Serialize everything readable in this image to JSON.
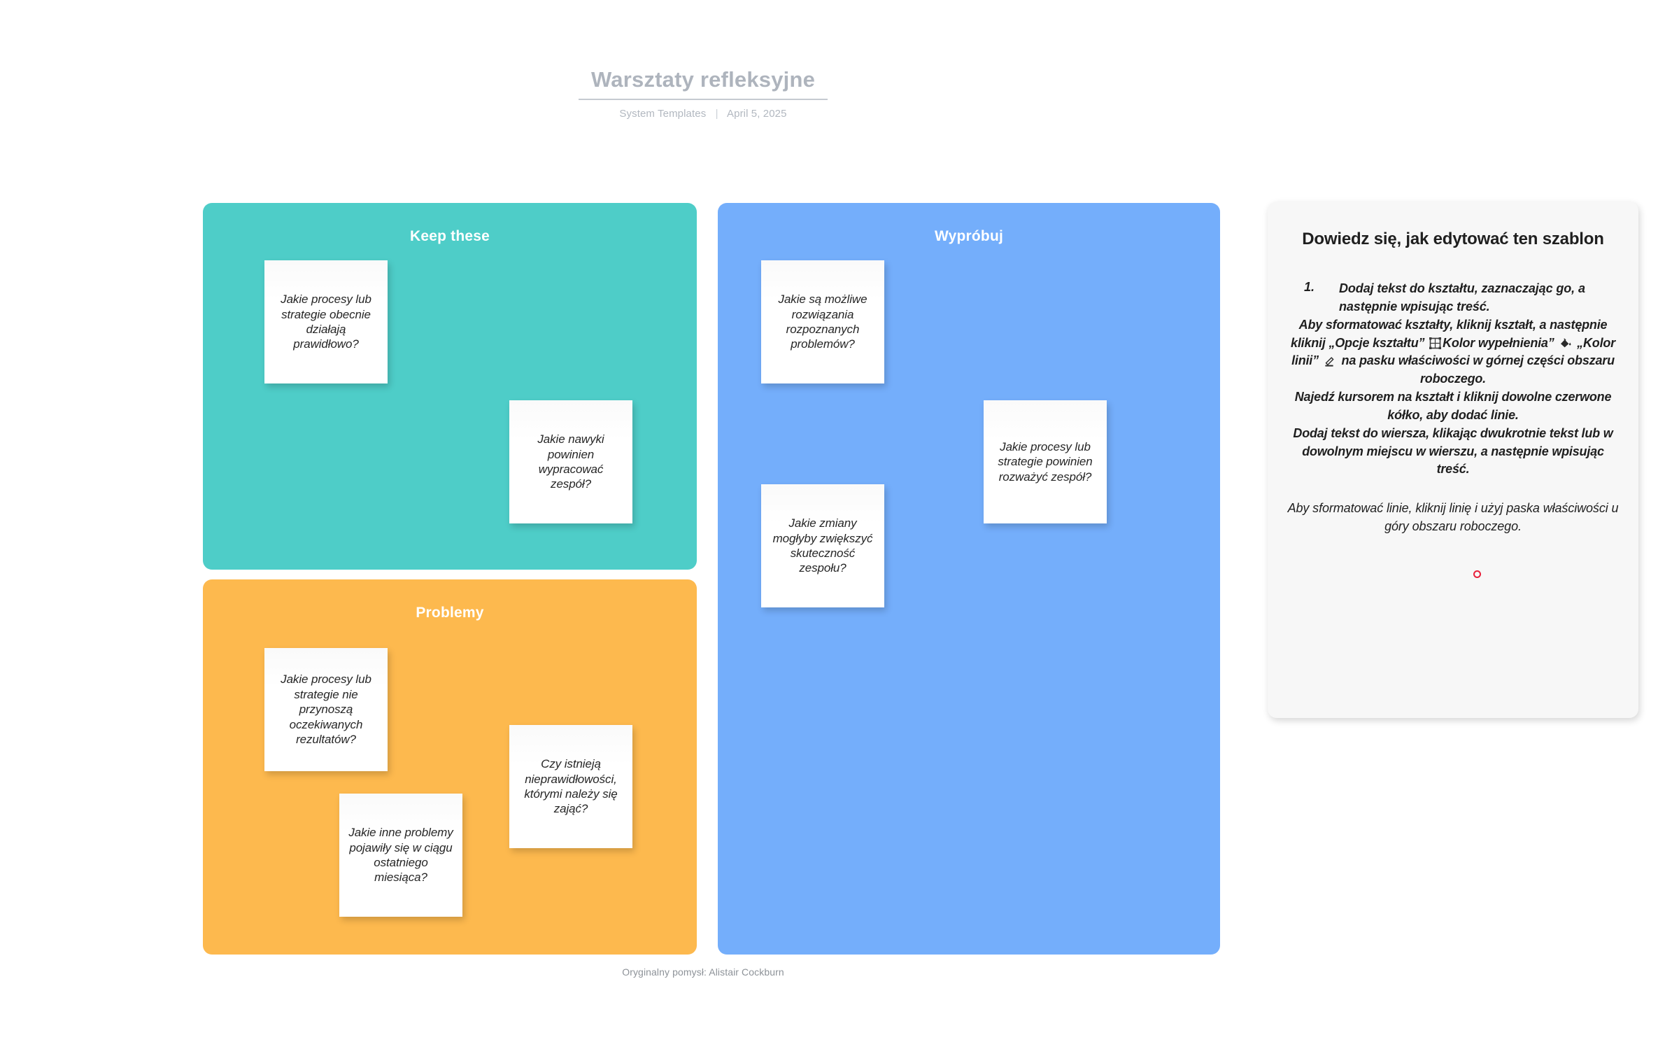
{
  "header": {
    "title": "Warsztaty refleksyjne",
    "source": "System Templates",
    "divider": "|",
    "date": "April 5, 2025"
  },
  "panels": [
    {
      "id": "keep",
      "title": "Keep these",
      "color": "#4ECDC8",
      "notes": [
        {
          "text": "Jakie procesy lub strategie obecnie działają prawidłowo?"
        },
        {
          "text": "Jakie nawyki powinien wypracować zespół?"
        }
      ]
    },
    {
      "id": "problemy",
      "title": "Problemy",
      "color": "#FDB94E",
      "notes": [
        {
          "text": "Jakie procesy lub strategie nie przynoszą oczekiwanych rezultatów?"
        },
        {
          "text": "Czy istnieją nieprawidłowości, którymi należy się zająć?"
        },
        {
          "text": "Jakie inne problemy pojawiły się w ciągu ostatniego miesiąca?"
        }
      ]
    },
    {
      "id": "wyprobuj",
      "title": "Wypróbuj",
      "color": "#74AEFB",
      "notes": [
        {
          "text": "Jakie są możliwe rozwiązania rozpoznanych problemów?"
        },
        {
          "text": "Jakie zmiany mogłyby zwiększyć skuteczność zespołu?"
        },
        {
          "text": "Jakie procesy lub strategie powinien rozważyć zespół?"
        }
      ]
    }
  ],
  "instructions": {
    "title": "Dowiedz się, jak edytować ten szablon",
    "number": "1.",
    "item1": "Dodaj tekst do kształtu, zaznaczając go, a następnie wpisując treść.",
    "para_shape_a": "Aby sformatować kształty, kliknij kształt, a następnie kliknij „Opcje kształtu”",
    "para_shape_b": "Kolor wypełnienia”",
    "para_shape_c": "„Kolor linii”",
    "para_shape_d": "na pasku właściwości w górnej części obszaru roboczego.",
    "para_circle": "Najedź kursorem na kształt i kliknij dowolne czerwone kółko,   aby dodać linie.",
    "para_row": "Dodaj tekst do wiersza, klikając dwukrotnie tekst lub w dowolnym miejscu w wierszu, a następnie wpisując treść.",
    "para_lines": "Aby sformatować linie, kliknij linię i użyj paska właściwości u góry obszaru roboczego.",
    "icons": {
      "shape_options": "shape-options-icon",
      "fill_color": "fill-color-icon",
      "line_color": "line-color-icon",
      "red_handle": "red-circle-handle"
    },
    "accent_red": "#e8203a"
  },
  "footer": {
    "credit": "Oryginalny pomysł: Alistair Cockburn"
  }
}
